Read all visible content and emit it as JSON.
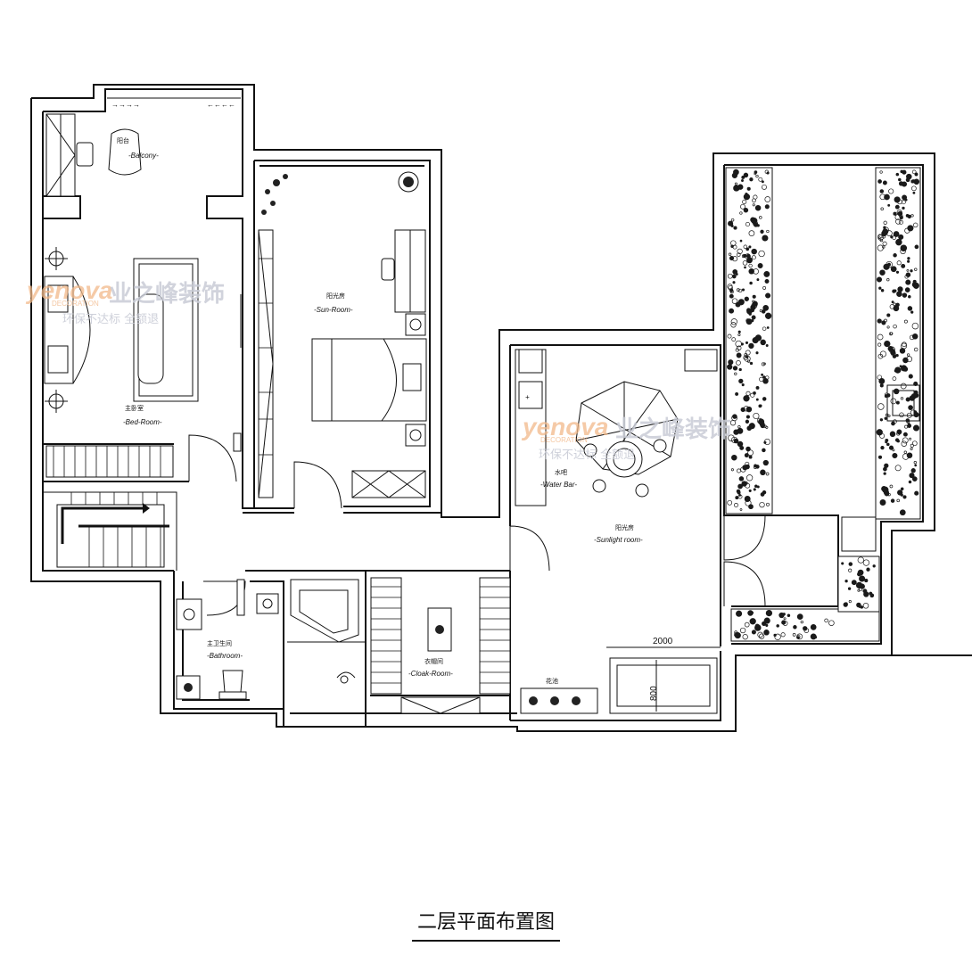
{
  "rooms": {
    "balcony": {
      "cn": "阳台",
      "en": "-Balcony-"
    },
    "sun_room": {
      "cn": "阳光房",
      "en": "-Sun-Room-"
    },
    "bed_room": {
      "cn": "主卧室",
      "en": "-Bed-Room-"
    },
    "water_bar": {
      "cn": "水吧",
      "en": "-Water Bar-"
    },
    "sunlight_room": {
      "cn": "阳光房",
      "en": "-Sunlight room-"
    },
    "bathroom": {
      "cn": "主卫生间",
      "en": "-Bathroom-"
    },
    "cloak_room": {
      "cn": "衣帽间",
      "en": "-Cloak-Room-"
    }
  },
  "dimensions": {
    "width": "2000",
    "depth": "800"
  },
  "watermarks": [
    {
      "brand_en": "yenova",
      "brand_cn": "业之峰装饰",
      "sub_en": "DECORATION",
      "sub_cn": "环保不达标  全额退"
    },
    {
      "brand_en": "yenova",
      "brand_cn": "业之峰装饰",
      "sub_en": "DECORATION",
      "sub_cn": "环保不达标  全额退"
    }
  ],
  "title": "二层平面布置图"
}
